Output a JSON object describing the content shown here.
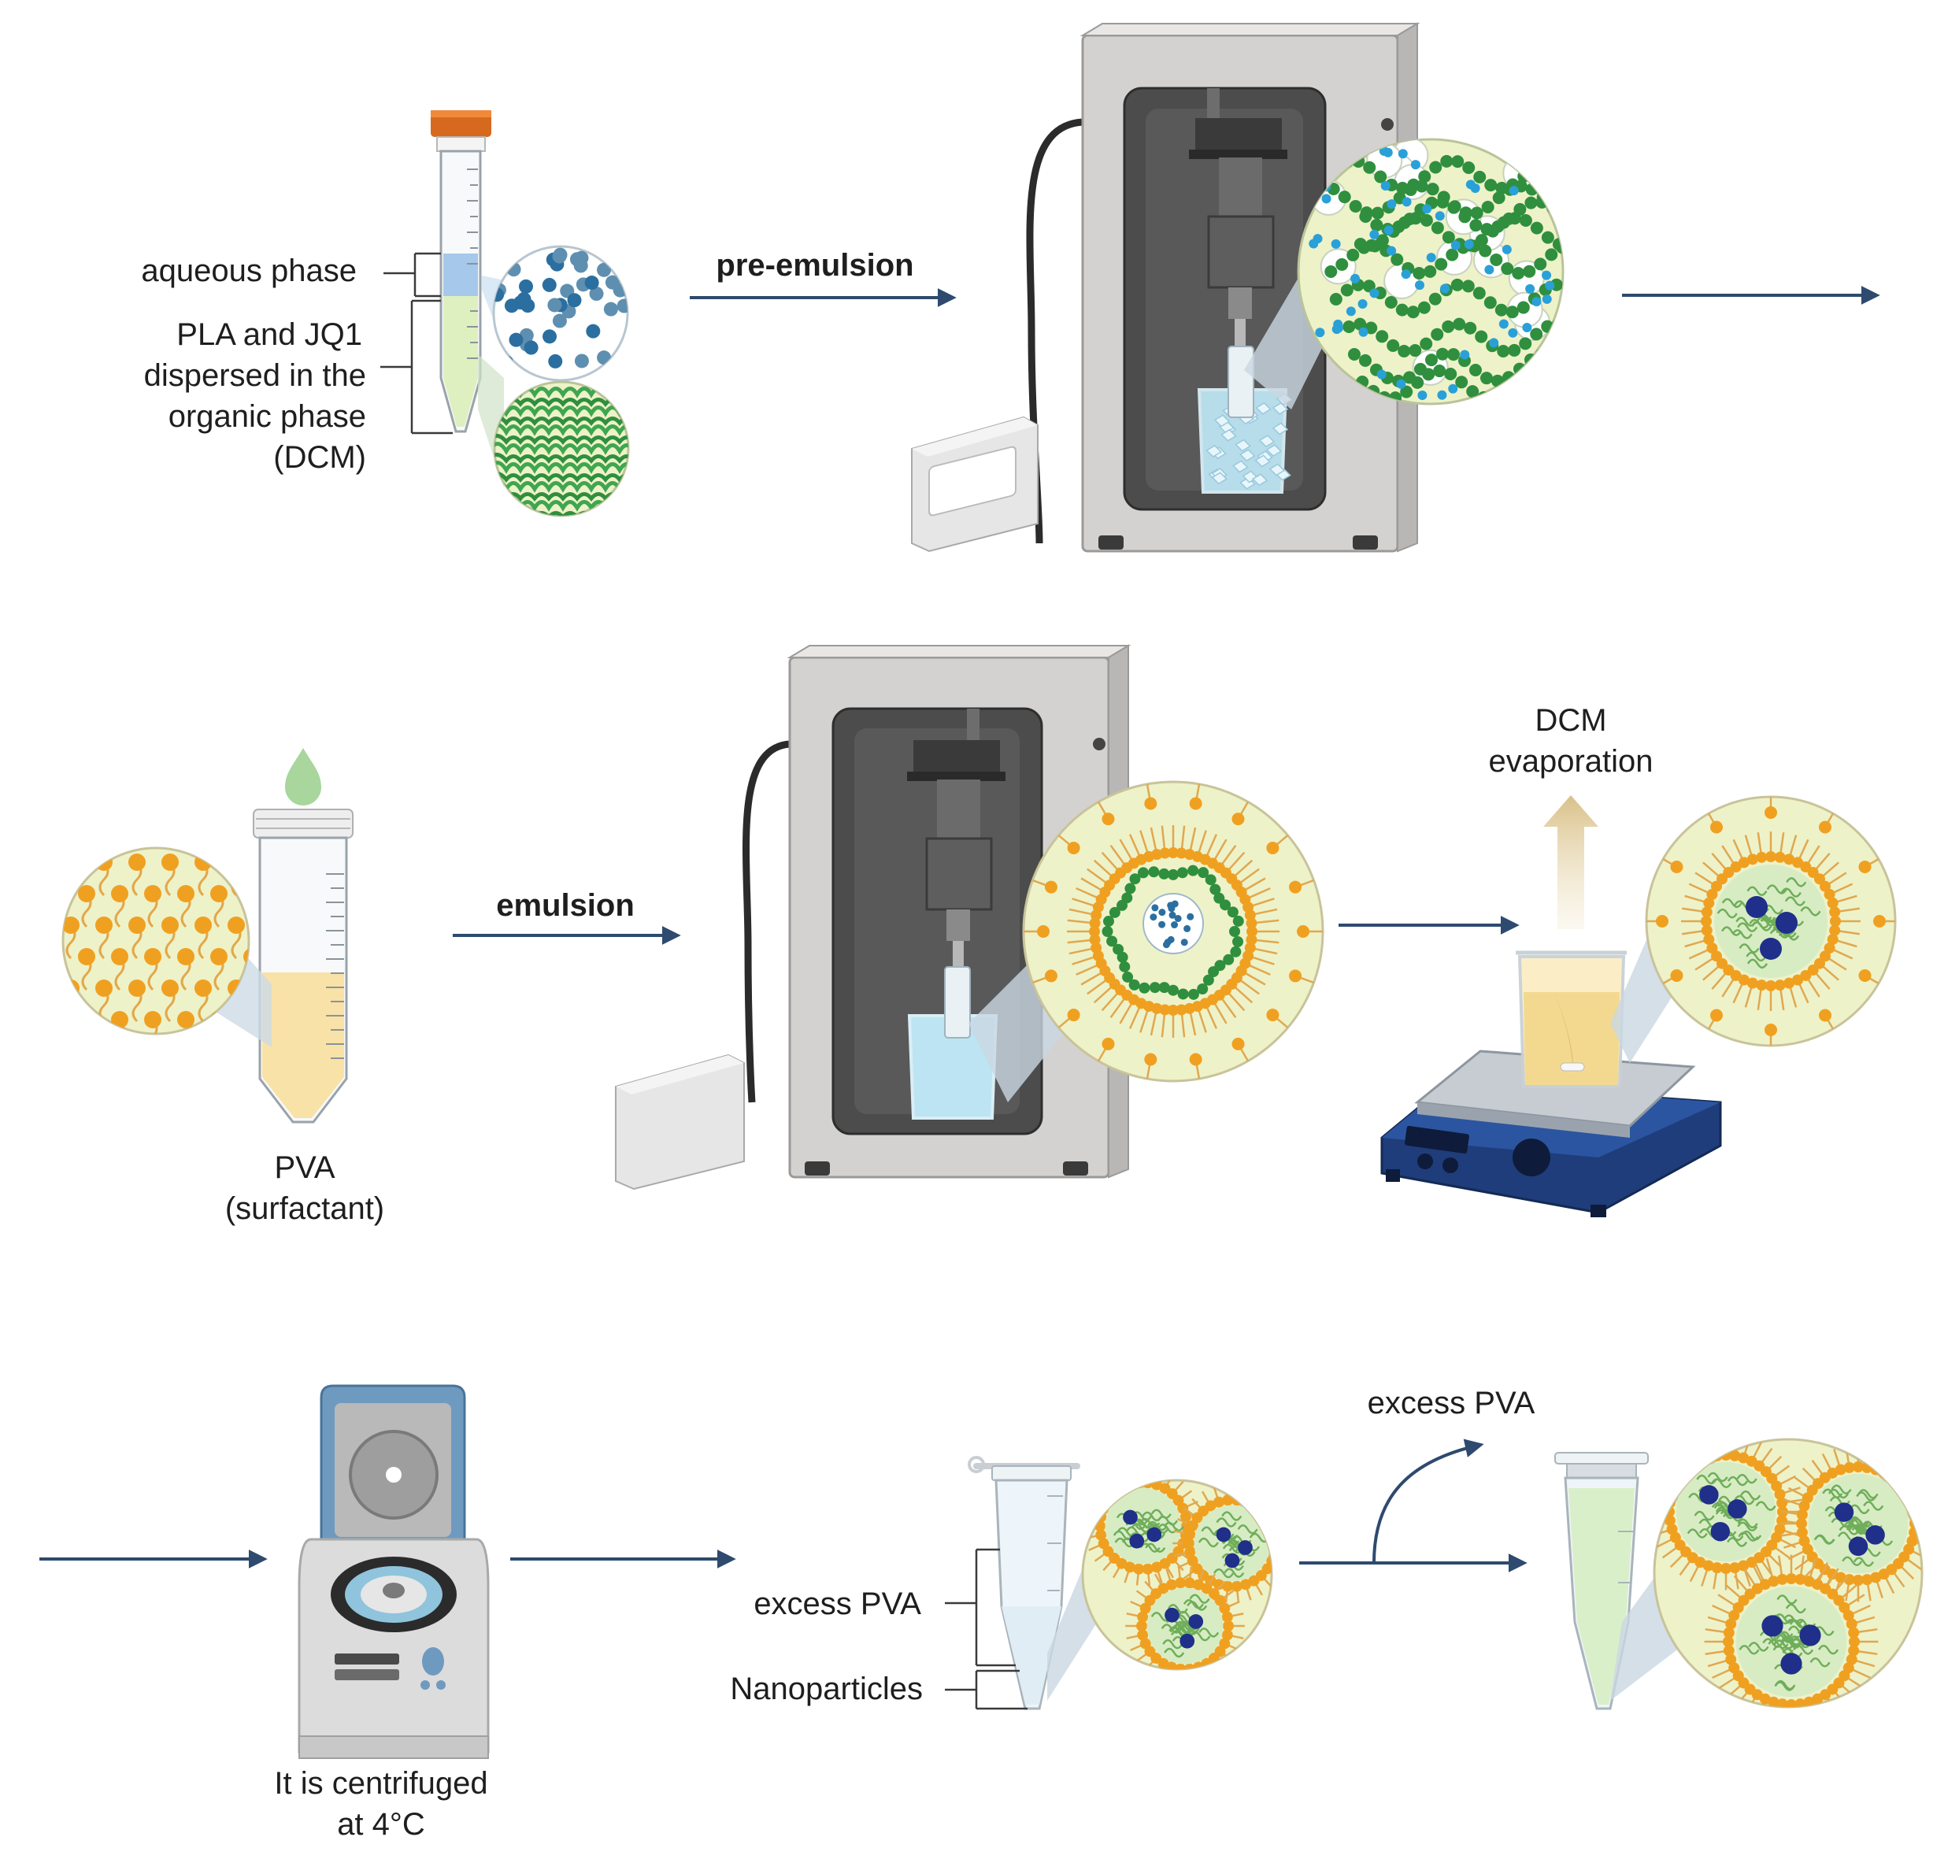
{
  "labels": {
    "aqueous_phase": "aqueous phase",
    "organic_line1": "PLA and JQ1",
    "organic_line2": "dispersed in the",
    "organic_line3": "organic phase",
    "organic_line4": "(DCM)",
    "pre_emulsion": "pre-emulsion",
    "emulsion": "emulsion",
    "pva_line1": "PVA",
    "pva_line2": "(surfactant)",
    "dcm_line1": "DCM",
    "dcm_line2": "evaporation",
    "centrifuge_line1": "It is centrifuged",
    "centrifuge_line2": "at 4°C",
    "excess_pva_tube": "excess PVA",
    "nanoparticles": "Nanoparticles",
    "excess_pva_removed": "excess PVA"
  },
  "colors": {
    "arrow": "#2e4a6e",
    "device_body": "#d4d2d0",
    "device_window": "#4c4c4c",
    "polymer_green": "#2f8f3e",
    "drug_blue": "#2b6fa0",
    "surfactant_orange": "#f0a020",
    "zoom_bg": "#eef2c9",
    "pva_liquid": "#f8e2a8",
    "final_liquid": "#d9efc9",
    "nanoparticle_core": "#1f2f8a",
    "hotplate_blue": "#1f3d7a",
    "centrifuge_lid": "#6f9ac0"
  },
  "icons": [
    "falcon-tube-icon",
    "sonicator-icon",
    "magnifier-circle-icon",
    "hotplate-stirrer-icon",
    "beaker-icon",
    "centrifuge-icon",
    "microcentrifuge-tube-icon",
    "droplet-icon",
    "evaporation-arrow-icon"
  ]
}
